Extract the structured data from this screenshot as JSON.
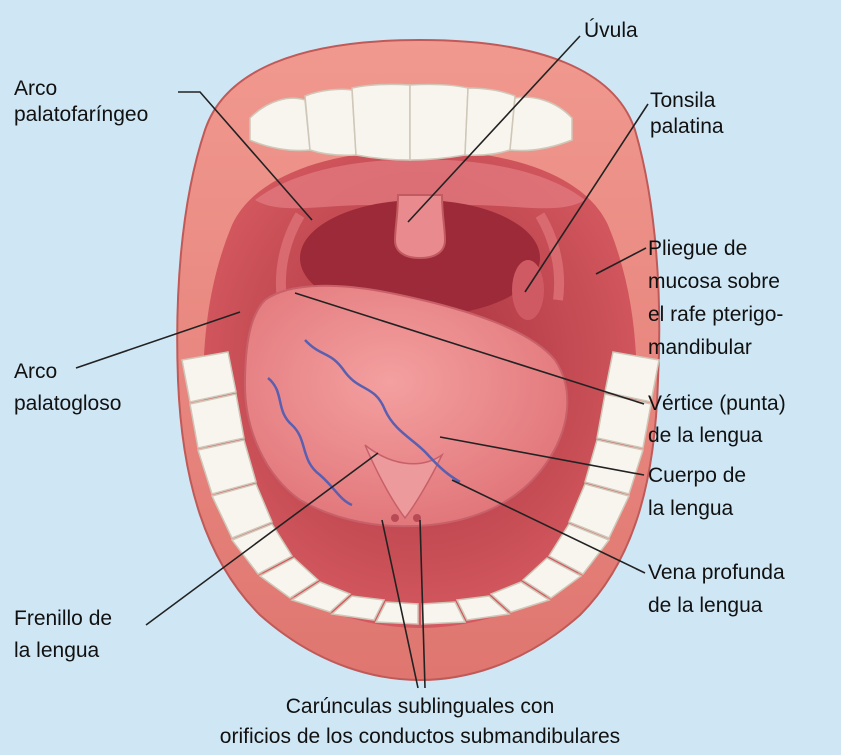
{
  "labels": {
    "uvula": [
      "Úvula"
    ],
    "arco_palatofaringeo": [
      "Arco",
      "palatofaríngeo"
    ],
    "tonsila_palatina": [
      "Tonsila",
      "palatina"
    ],
    "pliegue": [
      "Pliegue de",
      "mucosa sobre",
      "el rafe pterigo-",
      "mandibular"
    ],
    "arco_palatogloso": [
      "Arco",
      "palatogloso"
    ],
    "vertice": [
      "Vértice (punta)",
      "de la lengua"
    ],
    "cuerpo": [
      "Cuerpo de",
      "la lengua"
    ],
    "vena": [
      "Vena profunda",
      "de la lengua"
    ],
    "frenillo": [
      "Frenillo de",
      "la lengua"
    ],
    "caruncula": [
      "Carúnculas sublinguales con",
      "orificios de los conductos submandibulares"
    ]
  },
  "colors": {
    "background": "#cfe7f5",
    "lips": "#e8847c",
    "mouth_cavity": "#c84a52",
    "tongue": "#e98a8c",
    "teeth": "#f7f5ee",
    "vein": "#5a5fb0",
    "leader_line": "#222222"
  }
}
